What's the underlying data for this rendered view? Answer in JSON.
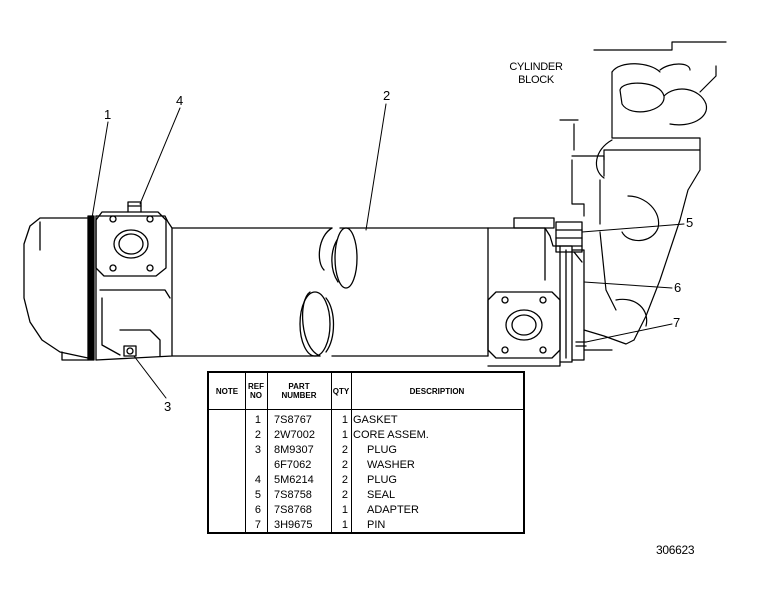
{
  "labels": {
    "cylinder_block_line1": "CYLINDER",
    "cylinder_block_line2": "BLOCK",
    "callout_1": "1",
    "callout_2": "2",
    "callout_3": "3",
    "callout_4": "4",
    "callout_5": "5",
    "callout_6": "6",
    "callout_7": "7",
    "figure_number": "306623"
  },
  "parts_table": {
    "headers": {
      "note": "NOTE",
      "ref_no_line1": "REF",
      "ref_no_line2": "NO",
      "part_number_line1": "PART",
      "part_number_line2": "NUMBER",
      "qty": "QTY",
      "description": "DESCRIPTION"
    },
    "rows": [
      {
        "ref": "1",
        "part": "7S8767",
        "qty": "1",
        "desc": "GASKET",
        "indent": false
      },
      {
        "ref": "2",
        "part": "2W7002",
        "qty": "1",
        "desc": "CORE ASSEM.",
        "indent": false
      },
      {
        "ref": "3",
        "part": "8M9307",
        "qty": "2",
        "desc": "PLUG",
        "indent": true
      },
      {
        "ref": "",
        "part": "6F7062",
        "qty": "2",
        "desc": "WASHER",
        "indent": true
      },
      {
        "ref": "4",
        "part": "5M6214",
        "qty": "2",
        "desc": "PLUG",
        "indent": true
      },
      {
        "ref": "5",
        "part": "7S8758",
        "qty": "2",
        "desc": "SEAL",
        "indent": true
      },
      {
        "ref": "6",
        "part": "7S8768",
        "qty": "1",
        "desc": "ADAPTER",
        "indent": true
      },
      {
        "ref": "7",
        "part": "3H9675",
        "qty": "1",
        "desc": "PIN",
        "indent": true
      }
    ]
  }
}
